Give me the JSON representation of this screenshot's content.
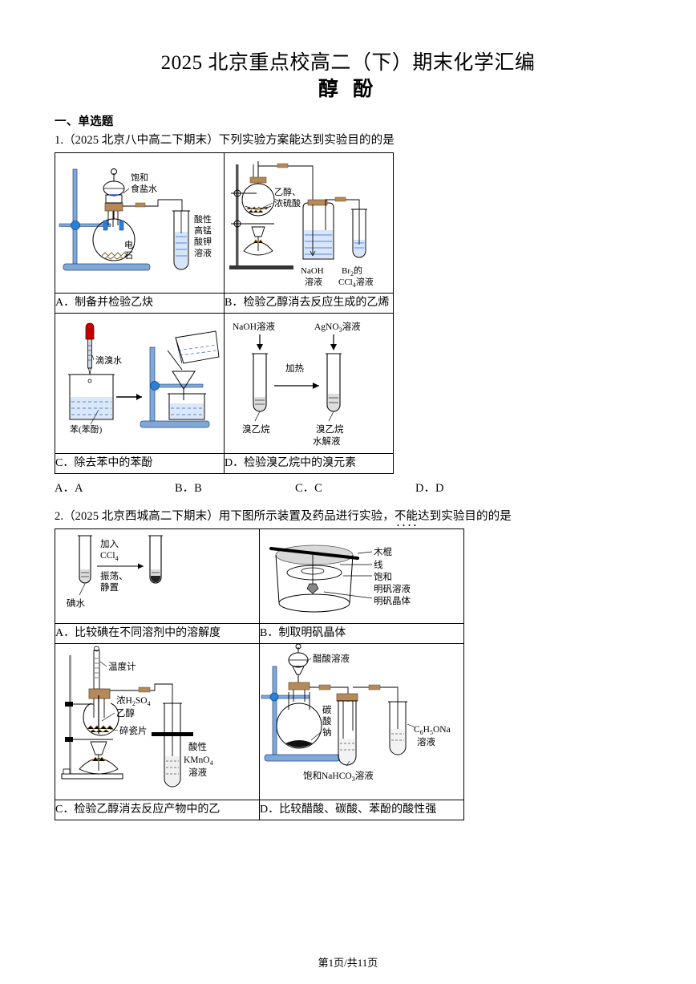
{
  "document": {
    "title": "2025 北京重点校高二（下）期末化学汇编",
    "subtitle": "醇 酚",
    "section_heading": "一、单选题",
    "footer": "第1页/共11页"
  },
  "questions": [
    {
      "number": "1",
      "stem": "1.（2025 北京八中高二下期末）下列实验方案能达到实验目的的是",
      "options": [
        {
          "key": "A",
          "label": "A．制备并检验乙炔"
        },
        {
          "key": "B",
          "label": "B．检验乙醇消去反应生成的乙烯"
        },
        {
          "key": "C",
          "label": "C．除去苯中的苯酚"
        },
        {
          "key": "D",
          "label": "D．检验溴乙烷中的溴元素"
        }
      ],
      "answer_choices": [
        "A．A",
        "B．B",
        "C．C",
        "D．D"
      ],
      "figures": {
        "A": {
          "caption_parts": [
            "饱和",
            "食盐水",
            "酸性",
            "高锰",
            "酸钾",
            "溶液",
            "电",
            "石"
          ]
        },
        "B": {
          "caption_parts": [
            "乙醇、",
            "浓硫酸",
            "NaOH",
            "溶液",
            "Br",
            "2",
            "的",
            "CCl",
            "4",
            "溶液"
          ]
        },
        "C": {
          "caption_parts": [
            "滴溴水",
            "苯(苯酚)"
          ]
        },
        "D": {
          "caption_parts": [
            "NaOH溶液",
            "AgNO",
            "3",
            "溶液",
            "加热",
            "溴乙烷",
            "溴乙烷",
            "水解液"
          ]
        }
      }
    },
    {
      "number": "2",
      "stem_prefix": "2.（2025 北京西城高二下期末）用下图所示装置及药品进行实验，",
      "stem_emph": "不能",
      "stem_suffix": "达到实验目的的是",
      "options": [
        {
          "key": "A",
          "label": "A．比较碘在不同溶剂中的溶解度"
        },
        {
          "key": "B",
          "label": "B．制取明矾晶体"
        },
        {
          "key": "C",
          "label": "C．检验乙醇消去反应产物中的乙"
        },
        {
          "key": "D",
          "label": "D．比较醋酸、碳酸、苯酚的酸性强"
        }
      ],
      "figures": {
        "A": {
          "caption_parts": [
            "加入",
            "CCl",
            "4",
            "振荡、",
            "静置",
            "碘水"
          ]
        },
        "B": {
          "caption_parts": [
            "木棍",
            "线",
            "饱和",
            "明矾溶液",
            "明矾晶体"
          ]
        },
        "C": {
          "caption_parts": [
            "温度计",
            "浓H",
            "2",
            "SO",
            "4",
            "乙醇",
            "碎瓷片",
            "酸性",
            "KMnO",
            "4",
            "溶液"
          ]
        },
        "D": {
          "caption_parts": [
            "醋酸溶液",
            "碳",
            "酸",
            "钠",
            "饱和NaHCO",
            "3",
            "溶液",
            "C",
            "6",
            "H",
            "5",
            "ONa",
            "溶液"
          ]
        }
      }
    }
  ],
  "colors": {
    "glass_blue": "#2a5fd6",
    "stand_blue": "#7fa8d8",
    "cork_tan": "#b48a5a",
    "liquid_blue": "#2a5fd6",
    "red_bulb": "#c00000",
    "black": "#000000"
  }
}
